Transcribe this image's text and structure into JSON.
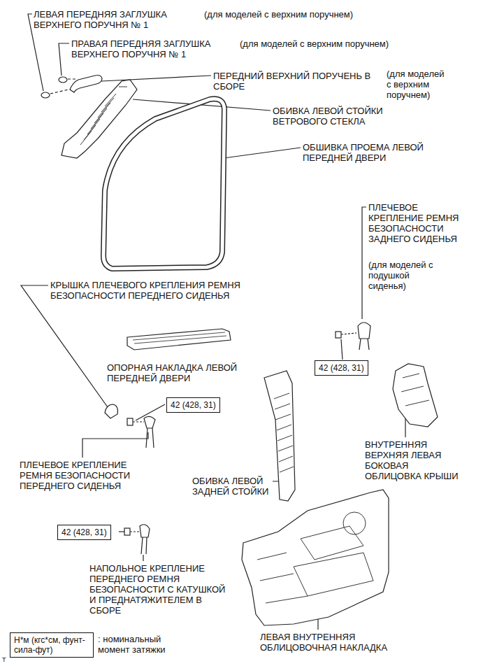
{
  "diagram": {
    "nodes": [
      {
        "text": [
          "42 (428, 31)"
        ]
      },
      {
        "text": [
          "42 (428, 31)"
        ]
      },
      {
        "text": [
          "42 (428, 31)"
        ]
      },
      {
        "text": [
          "Н*м (кгс*см, фунт-сила-фут)"
        ]
      }
    ],
    "edges": [],
    "labels": [
      "ЛЕВАЯ ПЕРЕДНЯЯ ЗАГЛУШКА ВЕРХНЕГО ПОРУЧНЯ № 1",
      "(для моделей с верхним поручнем)",
      "ПРАВАЯ ПЕРЕДНЯЯ ЗАГЛУШКА ВЕРХНЕГО ПОРУЧНЯ № 1",
      "(для моделей с верхним поручнем)",
      "ПЕРЕДНИЙ ВЕРХНИЙ ПОРУЧЕНЬ В СБОРЕ",
      "(для моделей с верхним поручнем)",
      "ОБИВКА ЛЕВОЙ СТОЙКИ ВЕТРОВОГО СТЕКЛА",
      "ОБШИВКА ПРОЕМА ЛЕВОЙ ПЕРЕДНЕЙ ДВЕРИ",
      "ПЛЕЧЕВОЕ КРЕПЛЕНИЕ РЕМНЯ БЕЗОПАСНОСТИ ЗАДНЕГО СИДЕНЬЯ",
      "(для моделей с подушкой сиденья)",
      "КРЫШКА ПЛЕЧЕВОГО КРЕПЛЕНИЯ РЕМНЯ БЕЗОПАСНОСТИ ПЕРЕДНЕГО СИДЕНЬЯ",
      "ОПОРНАЯ НАКЛАДКА ЛЕВОЙ ПЕРЕДНЕЙ ДВЕРИ",
      "ПЛЕЧЕВОЕ КРЕПЛЕНИЕ РЕМНЯ БЕЗОПАСНОСТИ ПЕРЕДНЕГО СИДЕНЬЯ",
      "ОБИВКА ЛЕВОЙ ЗАДНЕЙ СТОЙКИ",
      "ВНУТРЕННЯЯ ВЕРХНЯЯ ЛЕВАЯ БОКОВАЯ ОБЛИЦОВКА КРЫШИ",
      "НАПОЛЬНОЕ КРЕПЛЕНИЕ ПЕРЕДНЕГО РЕМНЯ БЕЗОПАСНОСТИ С КАТУШКОЙ И ПРЕДНАТЯЖИТЕЛЕМ В СБОРЕ",
      "ЛЕВАЯ ВНУТРЕННЯЯ ОБЛИЦОВОЧНАЯ НАКЛАДКА",
      ": номинальный момент затяжки",
      "T"
    ]
  }
}
